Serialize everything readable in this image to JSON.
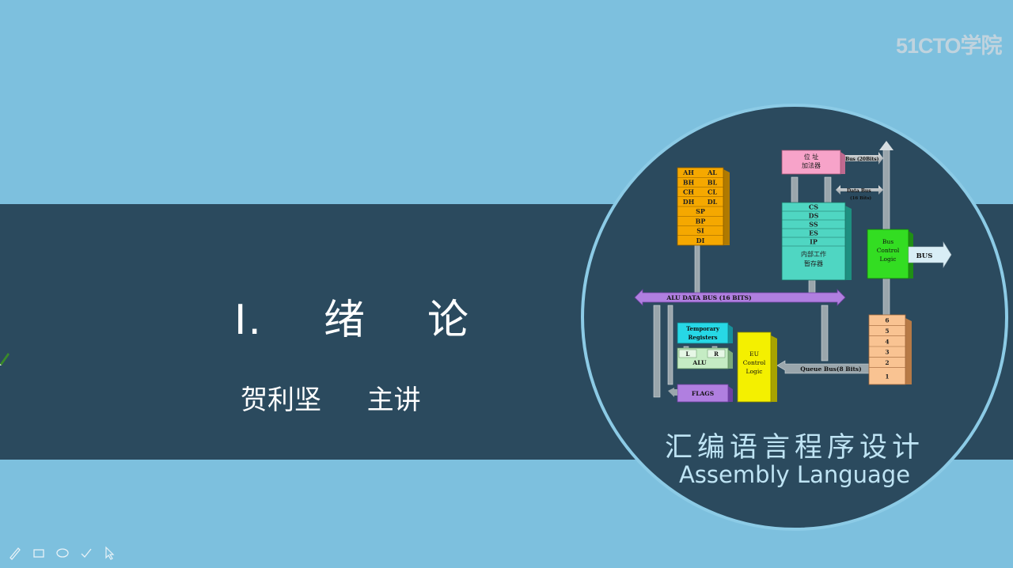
{
  "slide": {
    "title_prefix": "I.",
    "title_word1": "绪",
    "title_word2": "论",
    "author_name": "贺利坚",
    "author_role": "主讲"
  },
  "watermark": {
    "text": "51CTO学院"
  },
  "course": {
    "title_cn": "汇编语言程序设计",
    "title_en": "Assembly Language"
  },
  "diagram": {
    "general_registers": [
      [
        "AH",
        "AL"
      ],
      [
        "BH",
        "BL"
      ],
      [
        "CH",
        "CL"
      ],
      [
        "DH",
        "DL"
      ]
    ],
    "pointer_registers": [
      "SP",
      "BP",
      "SI",
      "DI"
    ],
    "address_adder": [
      "位 址",
      "加法器"
    ],
    "address_bus_label": "Bus (20Bits)",
    "data_bus_label": "Data Bus",
    "data_bus_sub": "(16 Bits)",
    "segment_registers": [
      "CS",
      "DS",
      "SS",
      "ES",
      "IP"
    ],
    "internal_registers": [
      "内部工作",
      "暂存器"
    ],
    "bus_control": [
      "Bus",
      "Control",
      "Logic"
    ],
    "bus_label": "BUS",
    "alu_data_bus": "ALU DATA BUS (16 BITS)",
    "temp_registers": [
      "Temporary",
      "Registers"
    ],
    "alu_inputs": [
      "L",
      "R"
    ],
    "alu_label": "ALU",
    "flags_label": "FLAGS",
    "eu_control": [
      "EU",
      "Control",
      "Logic"
    ],
    "queue_bus": "Queue  Bus(8 Bits)",
    "queue_slots": [
      "6",
      "5",
      "4",
      "3",
      "2",
      "1"
    ]
  },
  "colors": {
    "background": "#7dc0de",
    "band": "#2b4a5e",
    "circle_border": "#8ccbe6",
    "general_registers": "#f5a800",
    "address_adder": "#f7a3c9",
    "segment_registers": "#4fd6c2",
    "bus_control": "#33dd22",
    "alu_data_bus": "#b07fe0",
    "temp_registers": "#27d8e6",
    "alu": "#c5ecc4",
    "flags": "#b07fe0",
    "eu_control": "#f4f000",
    "queue": "#f9c392"
  },
  "toolbar": {
    "tools": [
      "pen-icon",
      "highlighter-icon",
      "eraser-icon",
      "check-icon",
      "pointer-icon"
    ]
  }
}
